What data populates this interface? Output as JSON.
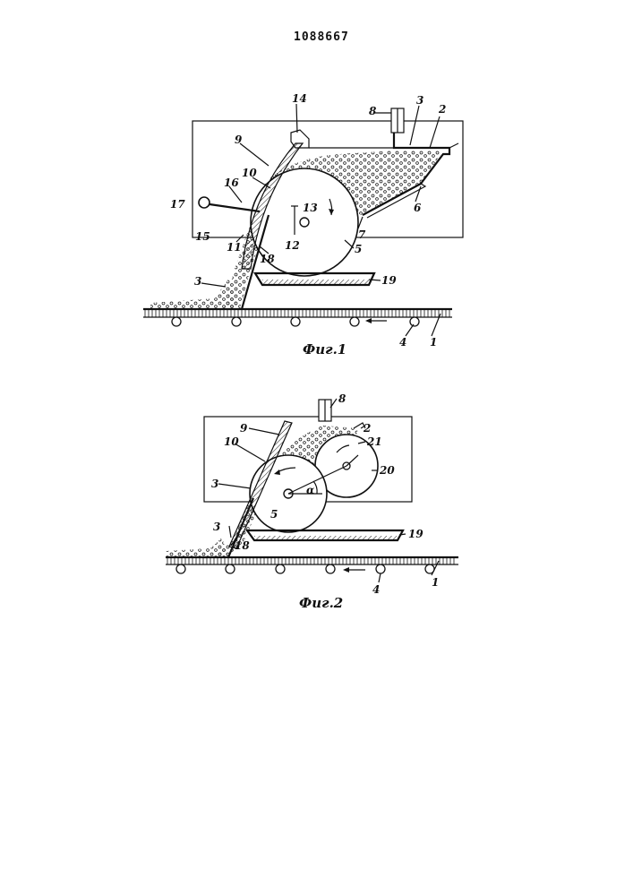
{
  "patent_number": "1088667",
  "figures": [
    {
      "caption": "Фиг.1",
      "labels": [
        "14",
        "8",
        "3",
        "2",
        "9",
        "10",
        "17",
        "16",
        "13",
        "6",
        "7",
        "12",
        "15",
        "11",
        "5",
        "18",
        "3",
        "19",
        "4",
        "1"
      ]
    },
    {
      "caption": "Фиг.2",
      "labels": [
        "8",
        "9",
        "2",
        "21",
        "10",
        "3",
        "α",
        "20",
        "5",
        "3",
        "18",
        "19",
        "4",
        "1"
      ]
    }
  ]
}
